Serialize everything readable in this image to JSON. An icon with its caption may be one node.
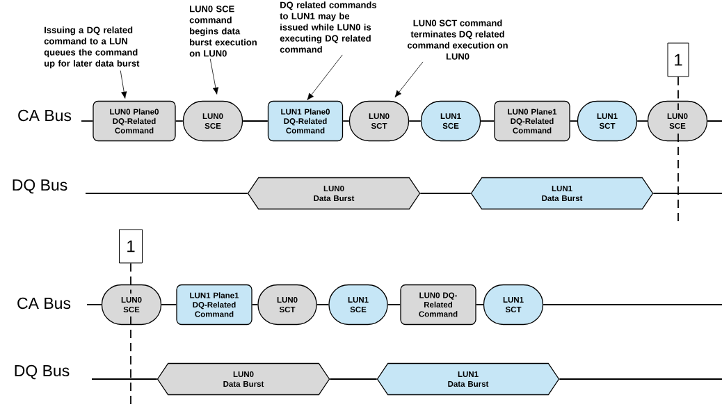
{
  "diagram": {
    "nodes": [
      {
        "text": [
          "Issuing a DQ related command to a LUN queues the command up for later data burst"
        ]
      },
      {
        "text": [
          "LUN0 SCE command begins data burst execution on LUN0"
        ]
      },
      {
        "text": [
          "DQ related commands to LUN1 may be issued while LUN0 is executing DQ related command"
        ]
      },
      {
        "text": [
          "LUN0 SCT command terminates DQ related command execution on LUN0"
        ]
      },
      {
        "text": [
          "1"
        ]
      },
      {
        "text": [
          "LUN0 Plane0 DQ-Related Command"
        ]
      },
      {
        "text": [
          "LUN0 SCE"
        ]
      },
      {
        "text": [
          "LUN1 Plane0 DQ-Related Command"
        ]
      },
      {
        "text": [
          "LUN0 SCT"
        ]
      },
      {
        "text": [
          "LUN1 SCE"
        ]
      },
      {
        "text": [
          "LUN0 Plane1 DQ-Related Command"
        ]
      },
      {
        "text": [
          "LUN1 SCT"
        ]
      },
      {
        "text": [
          "LUN0 SCE"
        ]
      },
      {
        "text": [
          "LUN0",
          "Data Burst"
        ]
      },
      {
        "text": [
          "LUN1",
          "Data Burst"
        ]
      },
      {
        "text": [
          "1"
        ]
      },
      {
        "text": [
          "LUN0 SCE"
        ]
      },
      {
        "text": [
          "LUN1 Plane1 DQ-Related Command"
        ]
      },
      {
        "text": [
          "LUN0 SCT"
        ]
      },
      {
        "text": [
          "LUN1 SCE"
        ]
      },
      {
        "text": [
          "LUN0 DQ-Related Command"
        ]
      },
      {
        "text": [
          "LUN1 SCT"
        ]
      },
      {
        "text": [
          "LUN0",
          "Data Burst"
        ]
      },
      {
        "text": [
          "LUN1",
          "Data Burst"
        ]
      }
    ],
    "edges": [
      {
        "from": null,
        "to": 5,
        "arrow": "none"
      },
      {
        "from": 5,
        "to": 6,
        "arrow": "none"
      },
      {
        "from": 6,
        "to": 7,
        "arrow": "none"
      },
      {
        "from": 7,
        "to": 8,
        "arrow": "none"
      },
      {
        "from": 8,
        "to": 9,
        "arrow": "none"
      },
      {
        "from": 9,
        "to": 10,
        "arrow": "none"
      },
      {
        "from": 10,
        "to": 11,
        "arrow": "none"
      },
      {
        "from": 11,
        "to": 12,
        "arrow": "none"
      },
      {
        "from": 12,
        "to": null,
        "arrow": "none"
      },
      {
        "from": null,
        "to": 13,
        "arrow": "none"
      },
      {
        "from": 13,
        "to": 14,
        "arrow": "none"
      },
      {
        "from": 14,
        "to": null,
        "arrow": "none"
      },
      {
        "from": null,
        "to": 16,
        "arrow": "none"
      },
      {
        "from": 16,
        "to": 17,
        "arrow": "none"
      },
      {
        "from": 17,
        "to": 18,
        "arrow": "none"
      },
      {
        "from": 18,
        "to": 19,
        "arrow": "none"
      },
      {
        "from": 19,
        "to": 20,
        "arrow": "none"
      },
      {
        "from": 20,
        "to": 21,
        "arrow": "none"
      },
      {
        "from": 21,
        "to": null,
        "arrow": "none"
      },
      {
        "from": null,
        "to": 22,
        "arrow": "none"
      },
      {
        "from": 22,
        "to": 23,
        "arrow": "none"
      },
      {
        "from": 23,
        "to": null,
        "arrow": "none"
      },
      {
        "from": 0,
        "to": 5,
        "arrow": "to"
      },
      {
        "from": 1,
        "to": 6,
        "arrow": "to"
      },
      {
        "from": 2,
        "to": 7,
        "arrow": "to"
      },
      {
        "from": 3,
        "to": 8,
        "arrow": "to"
      },
      {
        "from": 4,
        "to": null,
        "arrow": "none",
        "style": "dashed"
      },
      {
        "from": 15,
        "to": null,
        "arrow": "none",
        "style": "dashed"
      }
    ],
    "labels": [
      "CA Bus",
      "DQ Bus",
      "CA Bus",
      "DQ Bus"
    ]
  }
}
